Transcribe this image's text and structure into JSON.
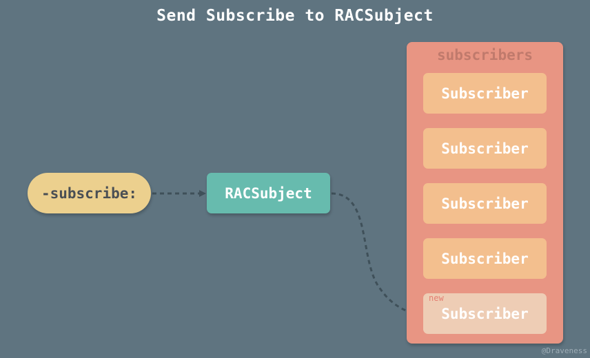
{
  "title": "Send Subscribe to RACSubject",
  "nodes": {
    "subscribe": "-subscribe:",
    "racsubject": "RACSubject"
  },
  "container": {
    "label": "subscribers",
    "items": [
      {
        "label": "Subscriber"
      },
      {
        "label": "Subscriber"
      },
      {
        "label": "Subscriber"
      },
      {
        "label": "Subscriber"
      },
      {
        "label": "Subscriber",
        "tag": "new"
      }
    ]
  },
  "watermark": "@Draveness",
  "colors": {
    "background": "#5f7480",
    "subscribe_node": "#ecd08e",
    "racsubject_node": "#67bbae",
    "container": "#e89583",
    "subscriber": "#f3bf8e",
    "subscriber_new": "#eecdb5",
    "connector": "#3f5059"
  }
}
